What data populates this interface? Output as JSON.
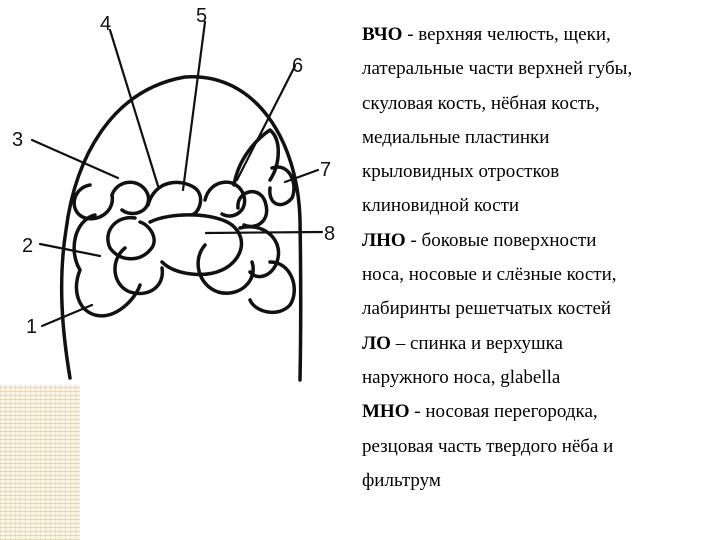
{
  "figure": {
    "labels": [
      "1",
      "2",
      "3",
      "4",
      "5",
      "6",
      "7",
      "8"
    ]
  },
  "legend": {
    "entries": [
      {
        "term": "ВЧО",
        "lines": [
          " - верхняя челюсть, щеки,",
          "латеральные части верхней губы,",
          "скуловая кость, нёбная кость,",
          "медиальные пластинки",
          "крыловидных отростков",
          "клиновидной кости"
        ]
      },
      {
        "term": "ЛНО",
        "lines": [
          " - боковые поверхности",
          "носа, носовые и слёзные кости,",
          "лабиринты решетчатых костей"
        ]
      },
      {
        "term": "ЛО",
        "lines": [
          " – спинка и верхушка",
          "наружного носа, glabella"
        ]
      },
      {
        "term": "МНО",
        "lines": [
          " - носовая перегородка,",
          "резцовая часть твердого нёба и",
          "фильтрум"
        ]
      }
    ]
  }
}
